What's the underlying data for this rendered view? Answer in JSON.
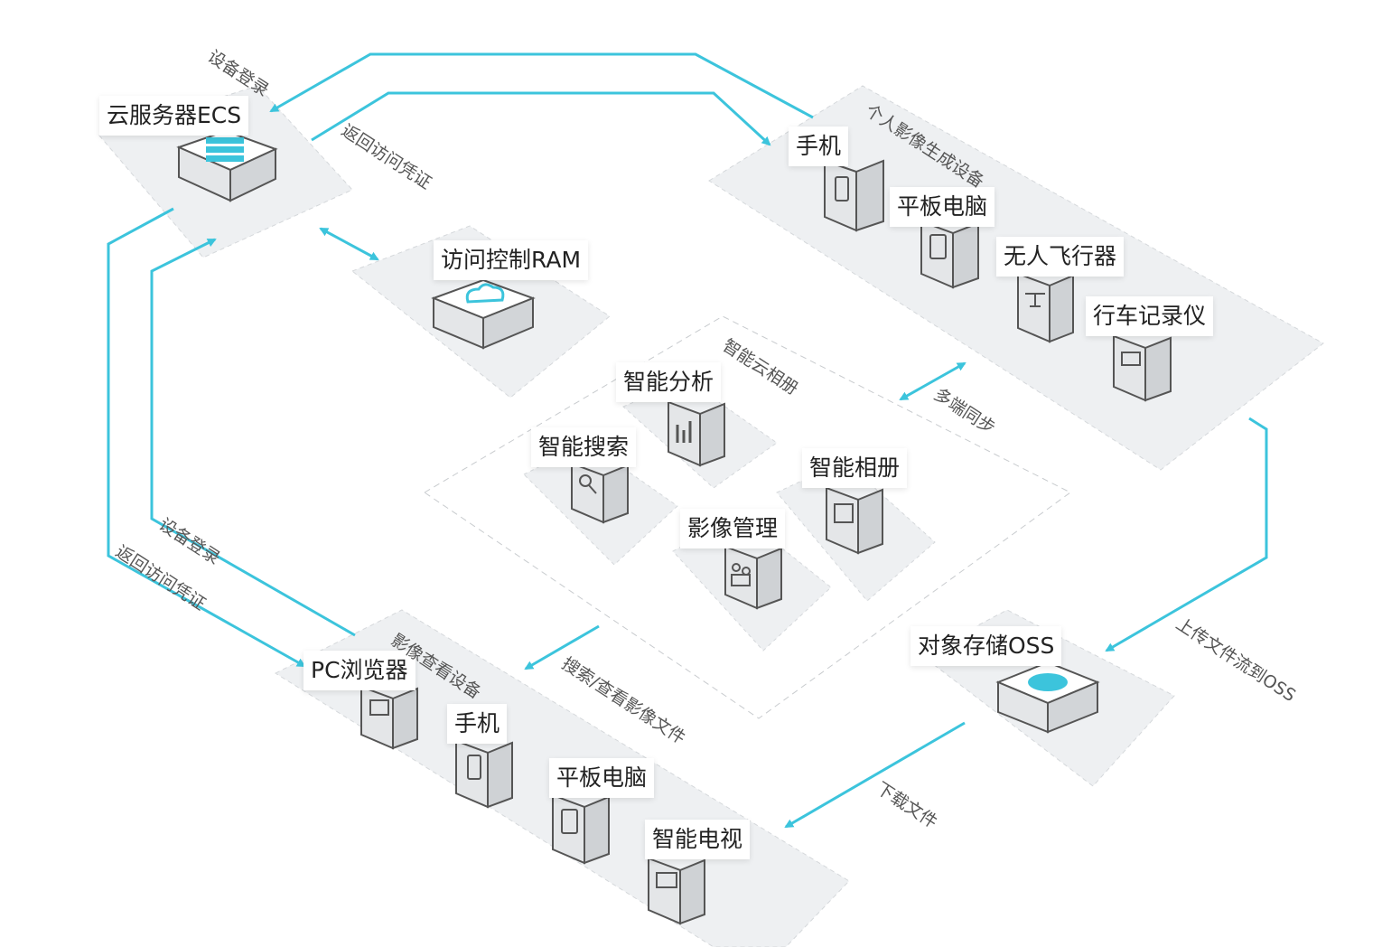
{
  "ecs": {
    "label": "云服务器ECS"
  },
  "ram": {
    "label": "访问控制RAM"
  },
  "oss": {
    "label": "对象存储OSS"
  },
  "personal_devices": {
    "group_title": "个人影像生成设备",
    "items": [
      "手机",
      "平板电脑",
      "无人飞行器",
      "行车记录仪"
    ]
  },
  "smart_album": {
    "group_title": "智能云相册",
    "items": [
      "智能分析",
      "智能搜索",
      "智能相册",
      "影像管理"
    ]
  },
  "viewing_devices": {
    "group_title": "影像查看设备",
    "items": [
      "PC浏览器",
      "手机",
      "平板电脑",
      "智能电视"
    ]
  },
  "flows": {
    "device_login_top": "设备登录",
    "return_credential_top": "返回访问凭证",
    "multi_sync": "多端同步",
    "upload_oss": "上传文件流到OSS",
    "device_login_left": "设备登录",
    "return_credential_left": "返回访问凭证",
    "search_view": "搜索/查看影像文件",
    "download": "下载文件"
  },
  "colors": {
    "accent": "#3cc4dc",
    "platform": "#eef0f2",
    "dashed": "#c8cbce",
    "text": "#222222"
  }
}
